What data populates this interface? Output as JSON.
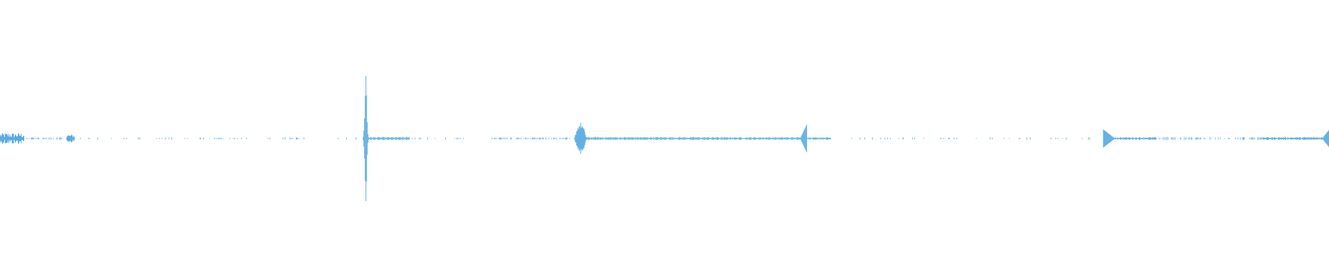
{
  "waveform": {
    "color": "#5aace0",
    "background": "#ffffff",
    "segments": [
      {
        "start": 0.0,
        "end": 0.018,
        "style": "dense",
        "amp": 0.035
      },
      {
        "start": 0.018,
        "end": 0.05,
        "style": "sparse",
        "amp": 0.008
      },
      {
        "start": 0.05,
        "end": 0.056,
        "style": "dense",
        "amp": 0.025
      },
      {
        "start": 0.056,
        "end": 0.23,
        "style": "dots",
        "amp": 0.01
      },
      {
        "start": 0.25,
        "end": 0.272,
        "style": "dots",
        "amp": 0.01
      },
      {
        "start": 0.273,
        "end": 0.278,
        "style": "spike",
        "amp": 0.54
      },
      {
        "start": 0.278,
        "end": 0.308,
        "style": "line",
        "amp": 0.012
      },
      {
        "start": 0.31,
        "end": 0.352,
        "style": "dots",
        "amp": 0.01
      },
      {
        "start": 0.37,
        "end": 0.432,
        "style": "sparse",
        "amp": 0.008
      },
      {
        "start": 0.432,
        "end": 0.441,
        "style": "burst",
        "amp": 0.11
      },
      {
        "start": 0.441,
        "end": 0.54,
        "style": "line",
        "amp": 0.012
      },
      {
        "start": 0.54,
        "end": 0.602,
        "style": "line",
        "amp": 0.01
      },
      {
        "start": 0.602,
        "end": 0.607,
        "style": "ramp",
        "amp": 0.1
      },
      {
        "start": 0.607,
        "end": 0.625,
        "style": "line",
        "amp": 0.01
      },
      {
        "start": 0.64,
        "end": 0.775,
        "style": "dots",
        "amp": 0.01
      },
      {
        "start": 0.79,
        "end": 0.822,
        "style": "dots",
        "amp": 0.01
      },
      {
        "start": 0.83,
        "end": 0.838,
        "style": "rampin",
        "amp": 0.06
      },
      {
        "start": 0.838,
        "end": 0.87,
        "style": "line",
        "amp": 0.01
      },
      {
        "start": 0.87,
        "end": 0.95,
        "style": "sparse",
        "amp": 0.012
      },
      {
        "start": 0.95,
        "end": 0.995,
        "style": "line",
        "amp": 0.01
      },
      {
        "start": 0.995,
        "end": 1.0,
        "style": "ramp",
        "amp": 0.06
      }
    ]
  }
}
